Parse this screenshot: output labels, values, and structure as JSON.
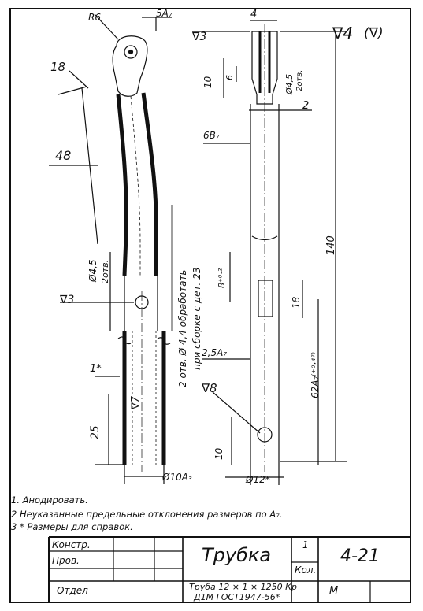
{
  "roughness": {
    "label": "∇4",
    "paren": "(∇)"
  },
  "left_view": {
    "radius": "R6",
    "width_top": "5A₇",
    "dim_18": "18",
    "dim_48": "48",
    "hole": "Ø4,5",
    "hole_count": "2отв.",
    "finish_3": "∇3",
    "dim_1": "1*",
    "finish_7": "∇7",
    "dim_25": "25",
    "diameter": "Ø10A₃"
  },
  "right_view": {
    "dim_4": "4",
    "finish_3": "∇3",
    "dim_10": "10",
    "dim_6": "6",
    "hole": "Ø4,5",
    "hole_count": "2отв.",
    "dim_2": "2",
    "dim_6b": "6B₇",
    "dim_140": "140",
    "dim_8": "8⁺⁰·²",
    "dim_18": "18",
    "dim_25": "2,5A₇",
    "dim_62": "62A₇⁽⁺⁰·⁴⁷⁾",
    "finish_8": "∇8",
    "dim_10b": "10",
    "diameter": "Ø12*"
  },
  "assembly_note": {
    "line1": "2 отв. Ø 4,4 обработать",
    "line2": "при сборке с дет. 23"
  },
  "notes": [
    "1. Анодировать.",
    "2 Неуказанные предельные отклонения размеров по A₇.",
    "3 * Размеры для справок."
  ],
  "title_block": {
    "konstr": "Констр.",
    "prov": "Пров.",
    "otdel": "Отдел",
    "part_name": "Трубка",
    "qty": "1",
    "qty_label": "Кол.",
    "number": "4-21",
    "material_line1": "Труба 12 × 1 × 1250 Кр",
    "material_line2": "Д1М ГОСТ1947-56*",
    "scale": "М"
  }
}
